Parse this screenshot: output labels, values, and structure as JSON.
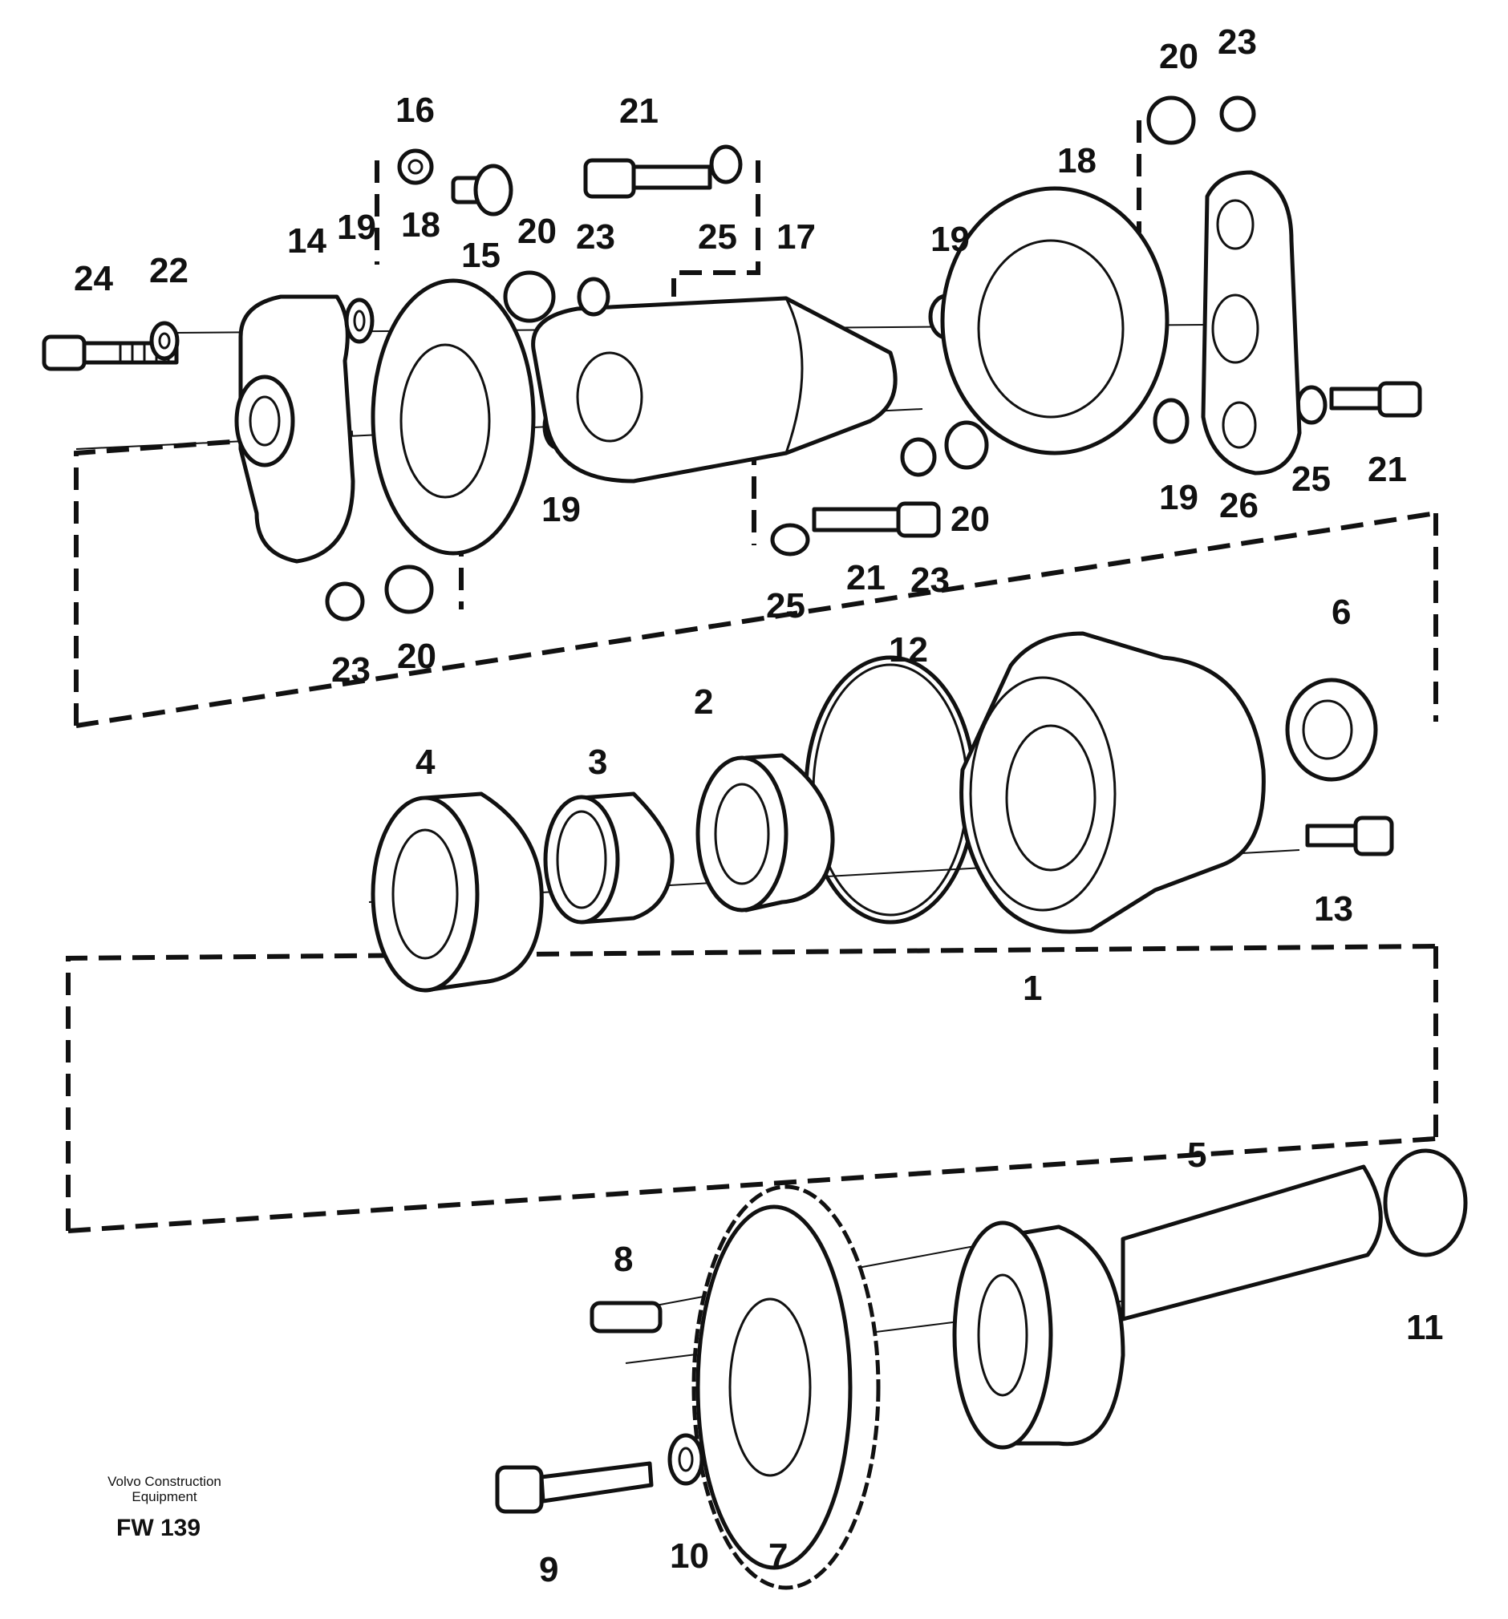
{
  "labels": {
    "l1": "1",
    "l2": "2",
    "l3": "3",
    "l4": "4",
    "l5": "5",
    "l6": "6",
    "l7": "7",
    "l8": "8",
    "l9": "9",
    "l10": "10",
    "l11": "11",
    "l12": "12",
    "l13": "13",
    "l14": "14",
    "l15": "15",
    "l16": "16",
    "l17": "17",
    "l18a": "18",
    "l18b": "18",
    "l19a": "19",
    "l19b": "19",
    "l19c": "19",
    "l19d": "19",
    "l20a": "20",
    "l20b": "20",
    "l20c": "20",
    "l20d": "20",
    "l21a": "21",
    "l21b": "21",
    "l21c": "21",
    "l22": "22",
    "l23a": "23",
    "l23b": "23",
    "l23c": "23",
    "l23d": "23",
    "l24": "24",
    "l25a": "25",
    "l25b": "25",
    "l25c": "25",
    "l26": "26"
  },
  "footer": {
    "maker_line1": "Volvo Construction",
    "maker_line2": "Equipment",
    "code": "FW 139"
  }
}
